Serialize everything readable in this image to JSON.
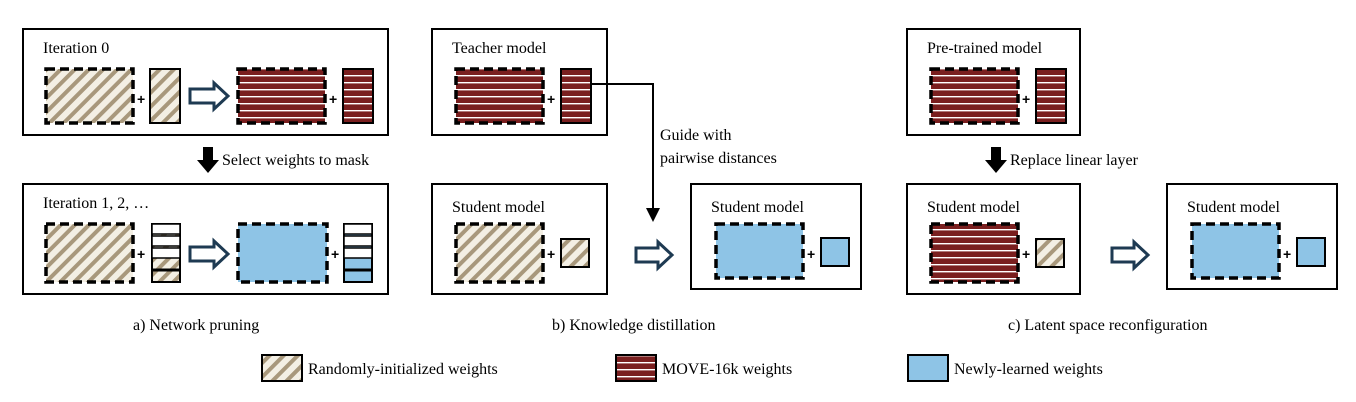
{
  "panel_a": {
    "box_top_title": "Iteration 0",
    "step_label": "Select weights to mask",
    "box_bottom_title": "Iteration 1, 2, …",
    "caption": "a) Network pruning"
  },
  "panel_b": {
    "teacher_title": "Teacher model",
    "guide_line1": "Guide with",
    "guide_line2": "pairwise distances",
    "student_left_title": "Student model",
    "student_right_title": "Student model",
    "caption": "b) Knowledge distillation"
  },
  "panel_c": {
    "pretrained_title": "Pre-trained model",
    "step_label": "Replace linear layer",
    "student_left_title": "Student model",
    "student_right_title": "Student model",
    "caption": "c) Latent space reconfiguration"
  },
  "plus_sign": "+",
  "legend": {
    "random": "Randomly-initialized weights",
    "move": "MOVE-16k weights",
    "new": "Newly-learned weights"
  },
  "colors": {
    "random_bg": "#f3efe4",
    "random_stripe": "#a8987c",
    "move_fill": "#7a1f1f",
    "move_stripe": "#ffffff",
    "new_fill": "#8ec4e6",
    "outline": "#000000",
    "hollow_arrow": "#1e3a52"
  }
}
